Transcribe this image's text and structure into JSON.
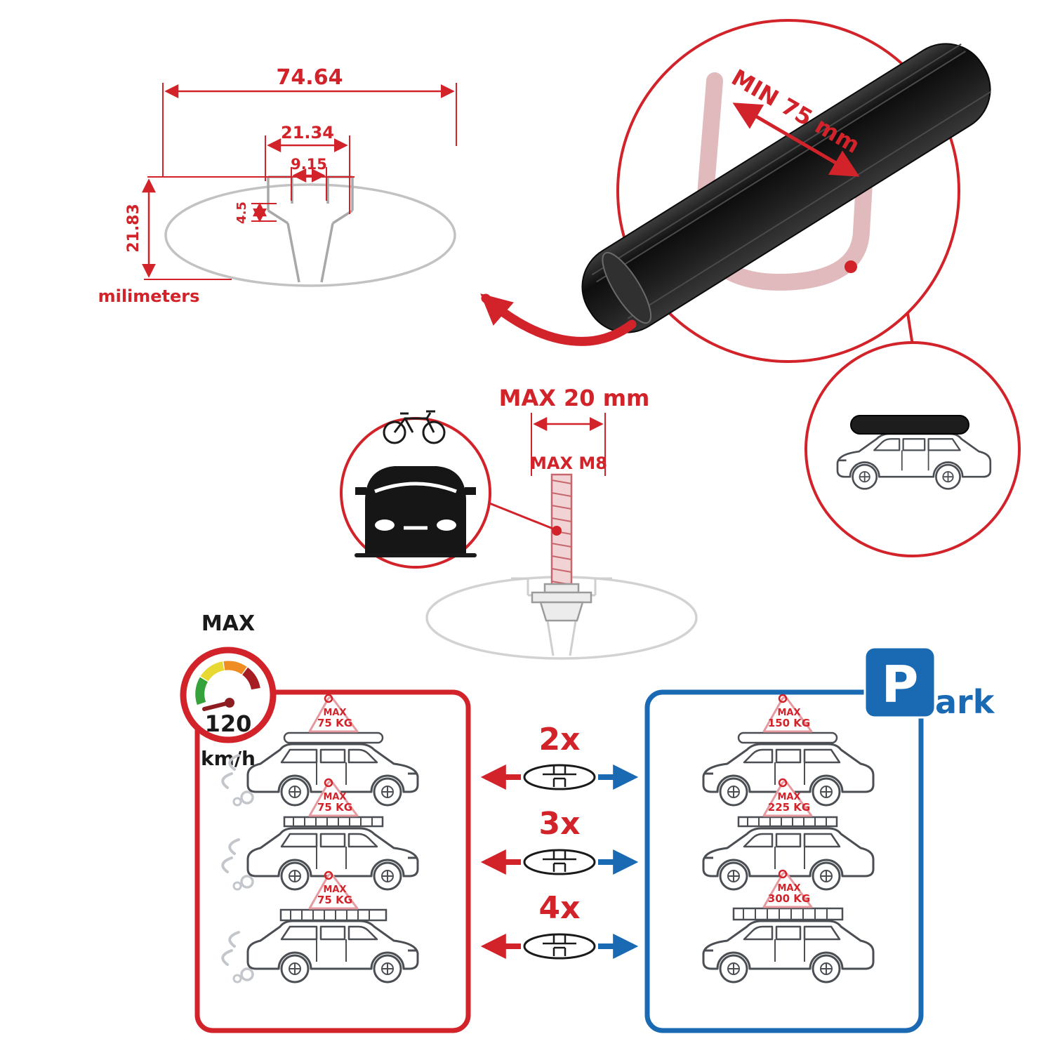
{
  "colors": {
    "red": "#d2232a",
    "blue": "#1a6ab3",
    "black": "#1a1a1a",
    "pink": "#e59aa0",
    "profile_gray": "#a8a8a8"
  },
  "cross_section": {
    "total_width": "74.64",
    "channel_width": "21.34",
    "slot_width": "9.15",
    "lip_depth": "4.5",
    "height": "21.83",
    "units_label": "milimeters"
  },
  "bar_detail": {
    "min_clamp_span": "MIN 75 mm"
  },
  "bolt": {
    "max_length": "MAX 20 mm",
    "max_thread": "MAX M8"
  },
  "speed_limit": {
    "label": "MAX",
    "value": "120",
    "unit": "km/h"
  },
  "park_sign": {
    "letter": "P",
    "suffix": "ark"
  },
  "comparison_rows": [
    {
      "qty": "2x",
      "driving_max_label": "MAX",
      "driving_load": "75 KG",
      "parked_max_label": "MAX",
      "parked_load": "150 KG"
    },
    {
      "qty": "3x",
      "driving_max_label": "MAX",
      "driving_load": "75 KG",
      "parked_max_label": "MAX",
      "parked_load": "225 KG"
    },
    {
      "qty": "4x",
      "driving_max_label": "MAX",
      "driving_load": "75 KG",
      "parked_max_label": "MAX",
      "parked_load": "300 KG"
    }
  ],
  "icons": [
    "speed-gauge-icon",
    "park-sign-icon",
    "crossbar-profile-icon",
    "car-front-icon",
    "bicycle-icon",
    "suv-roofbox-icon",
    "t-bolt-icon"
  ]
}
